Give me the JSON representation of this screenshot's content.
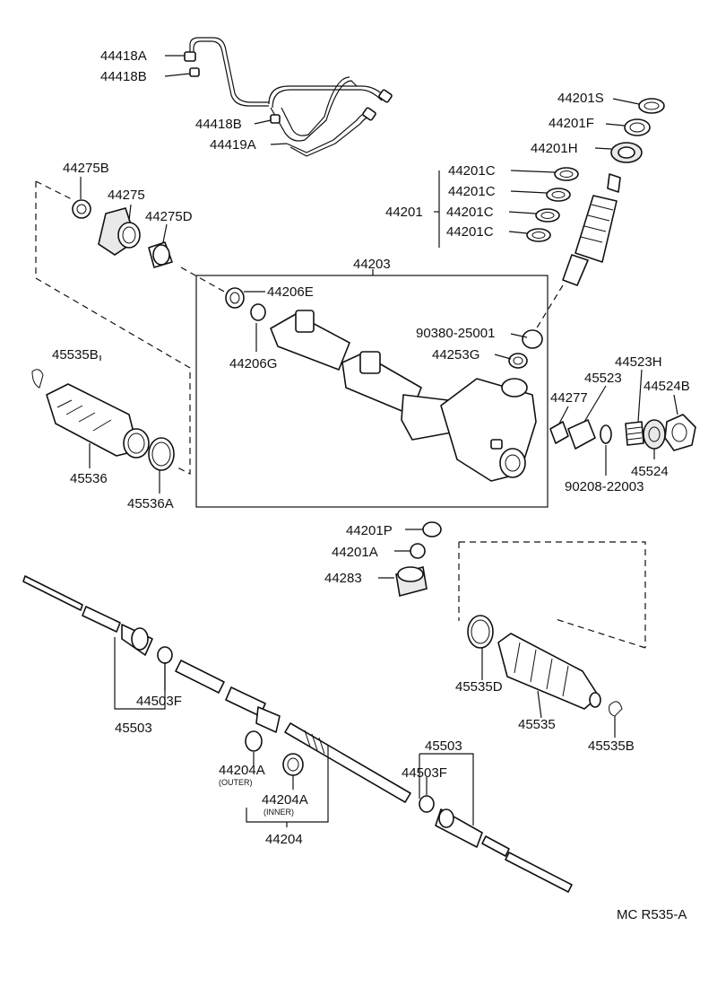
{
  "labels": {
    "p44418A": "44418A",
    "p44418B_1": "44418B",
    "p44418B_2": "44418B",
    "p44419A": "44419A",
    "p44201S": "44201S",
    "p44201F": "44201F",
    "p44201H": "44201H",
    "p44201C_1": "44201C",
    "p44201C_2": "44201C",
    "p44201C_3": "44201C",
    "p44201C_4": "44201C",
    "p44201": "44201",
    "p44275B": "44275B",
    "p44275": "44275",
    "p44275D": "44275D",
    "p44203": "44203",
    "p44206E": "44206E",
    "p44206G": "44206G",
    "p90380": "90380-25001",
    "p44253G": "44253G",
    "p45535B_1": "45535B",
    "p44523H": "44523H",
    "p45523": "45523",
    "p44277": "44277",
    "p44524B": "44524B",
    "p45524": "45524",
    "p90208": "90208-22003",
    "p45536": "45536",
    "p45536A": "45536A",
    "p44201P": "44201P",
    "p44201A": "44201A",
    "p44283": "44283",
    "p44503F_1": "44503F",
    "p45503_1": "45503",
    "p45535D": "45535D",
    "p45535": "45535",
    "p45535B_2": "45535B",
    "p45503_2": "45503",
    "p44503F_2": "44503F",
    "p44204A_outer": "44204A",
    "outer_note": "(OUTER)",
    "p44204A_inner": "44204A",
    "inner_note": "(INNER)",
    "p44204": "44204",
    "ref_code": "MC R535-A"
  }
}
